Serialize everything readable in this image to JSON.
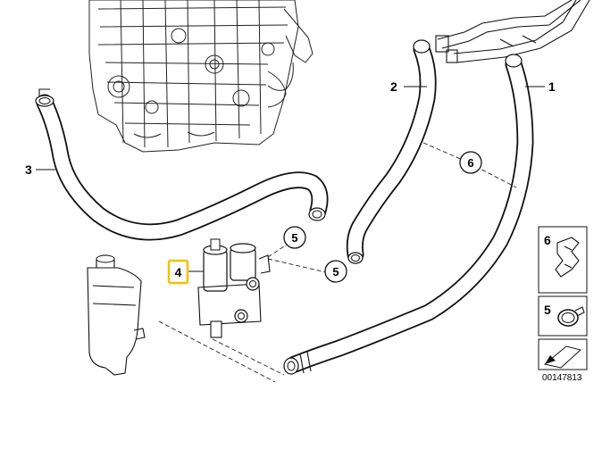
{
  "callouts": {
    "part_1": "1",
    "part_2": "2",
    "part_3": "3",
    "part_4": "4",
    "part_5a": "5",
    "part_5b": "5",
    "part_6": "6"
  },
  "highlight": {
    "part": "4",
    "color": "#f2c200"
  },
  "legend": {
    "item_6": "6",
    "item_5": "5"
  },
  "diagram_number": "00147813"
}
